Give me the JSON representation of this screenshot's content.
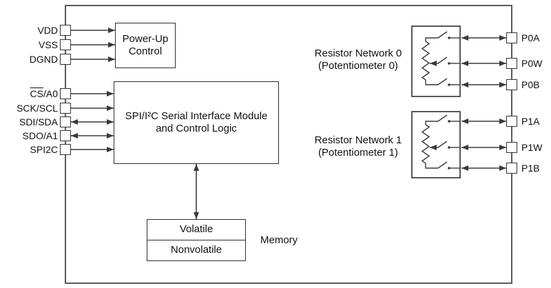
{
  "blocks": {
    "power_up": {
      "line1": "Power-Up",
      "line2": "Control"
    },
    "interface": {
      "line1": "SPI/I²C Serial Interface Module",
      "line2": "and Control Logic"
    },
    "memory": {
      "cell_top": "Volatile",
      "cell_bottom": "Nonvolatile",
      "label": "Memory"
    },
    "network0": {
      "line1": "Resistor Network 0",
      "line2": "(Potentiometer 0)"
    },
    "network1": {
      "line1": "Resistor Network 1",
      "line2": "(Potentiometer 1)"
    }
  },
  "pins": {
    "left": [
      {
        "over": "",
        "text": "VDD"
      },
      {
        "over": "",
        "text": "VSS"
      },
      {
        "over": "",
        "text": "DGND"
      },
      {
        "over": "CS",
        "text": "/A0"
      },
      {
        "over": "",
        "text": "SCK/SCL"
      },
      {
        "over": "",
        "text": "SDI/SDA"
      },
      {
        "over": "",
        "text": "SDO/A1"
      },
      {
        "over": "",
        "text": "SPI2C"
      }
    ],
    "right": [
      {
        "text": "P0A"
      },
      {
        "text": "P0W"
      },
      {
        "text": "P0B"
      },
      {
        "text": "P1A"
      },
      {
        "text": "P1W"
      },
      {
        "text": "P1B"
      }
    ]
  },
  "colors": {
    "background": "#ffffff",
    "text": "#111111",
    "wire": "#3a3a3a",
    "block_border": "#2e2e2e",
    "chip_border": "#5a5a5a"
  }
}
